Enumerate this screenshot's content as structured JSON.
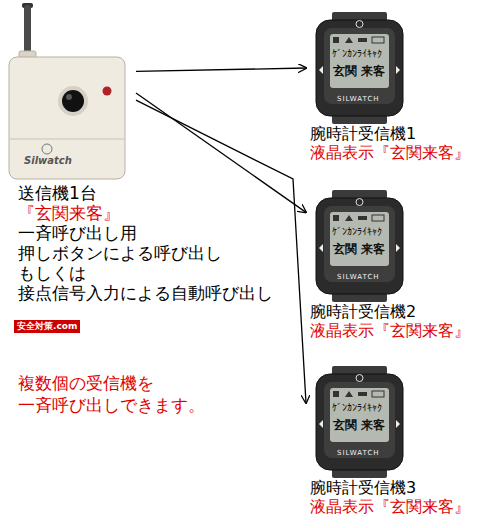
{
  "diagram": {
    "nodes": [
      {
        "text": [
          "送信機1台",
          "『玄関来客』",
          "一斉呼び出し用 押しボタンによる呼び出し もしくは 接点信号入力による自動呼び出し"
        ]
      },
      {
        "text": [
          "腕時計受信機1",
          "液晶表示『玄関来客』"
        ]
      },
      {
        "text": [
          "腕時計受信機2",
          "液晶表示『玄関来客』"
        ]
      },
      {
        "text": [
          "腕時計受信機3",
          "液晶表示『玄関来客』"
        ]
      }
    ],
    "edges": [
      {
        "from": 0,
        "to": 1,
        "arrow": "to"
      },
      {
        "from": 0,
        "to": 2,
        "arrow": "to"
      },
      {
        "from": 0,
        "to": 3,
        "arrow": "to"
      }
    ],
    "labels": [
      "Silwatch",
      "安全対策.com",
      "複数個の受信機を 一斉呼び出しできます。",
      "ｹﾞﾝｶﾝﾗｲｷｬｸ",
      "玄関 来客",
      "SILWATCH",
      "ｹﾞﾝｶﾝﾗｲｷｬｸ",
      "玄関 来客",
      "SILWATCH",
      "ｹﾞﾝｶﾝﾗｲｷｬｸ",
      "玄関 来客",
      "SILWATCH"
    ]
  }
}
